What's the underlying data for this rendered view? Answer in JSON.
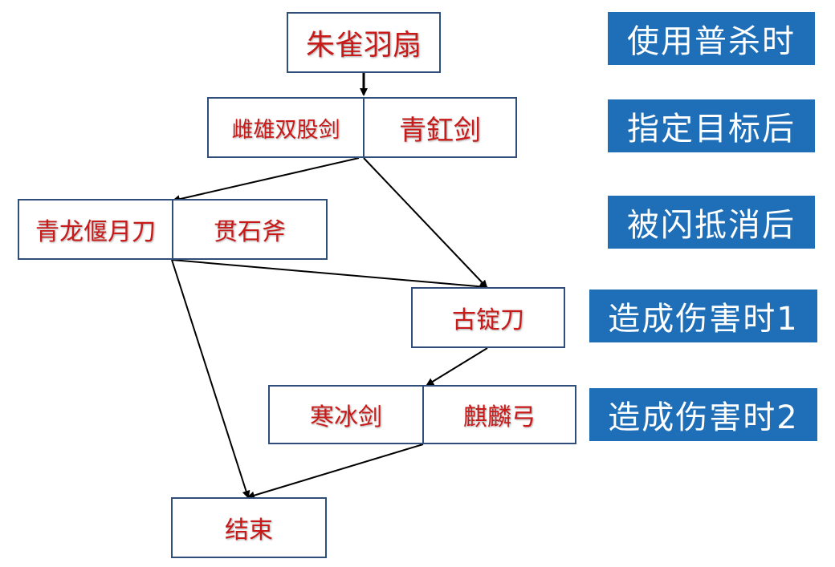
{
  "colors": {
    "box_border": "#2f4f7a",
    "node_text": "#c91a1a",
    "stage_bg": "#1f6fb8",
    "stage_text": "#ffffff",
    "arrow": "#000000"
  },
  "nodes": {
    "zhuque": "朱雀羽扇",
    "cixiong": "雌雄双股剑",
    "qinggang": "青釭剑",
    "qinglong": "青龙偃月刀",
    "guanshi": "贯石斧",
    "guding": "古锭刀",
    "hanbing": "寒冰剑",
    "qilin": "麒麟弓",
    "end": "结束"
  },
  "stages": [
    "使用普杀时",
    "指定目标后",
    "被闪抵消后",
    "造成伤害时1",
    "造成伤害时2"
  ]
}
